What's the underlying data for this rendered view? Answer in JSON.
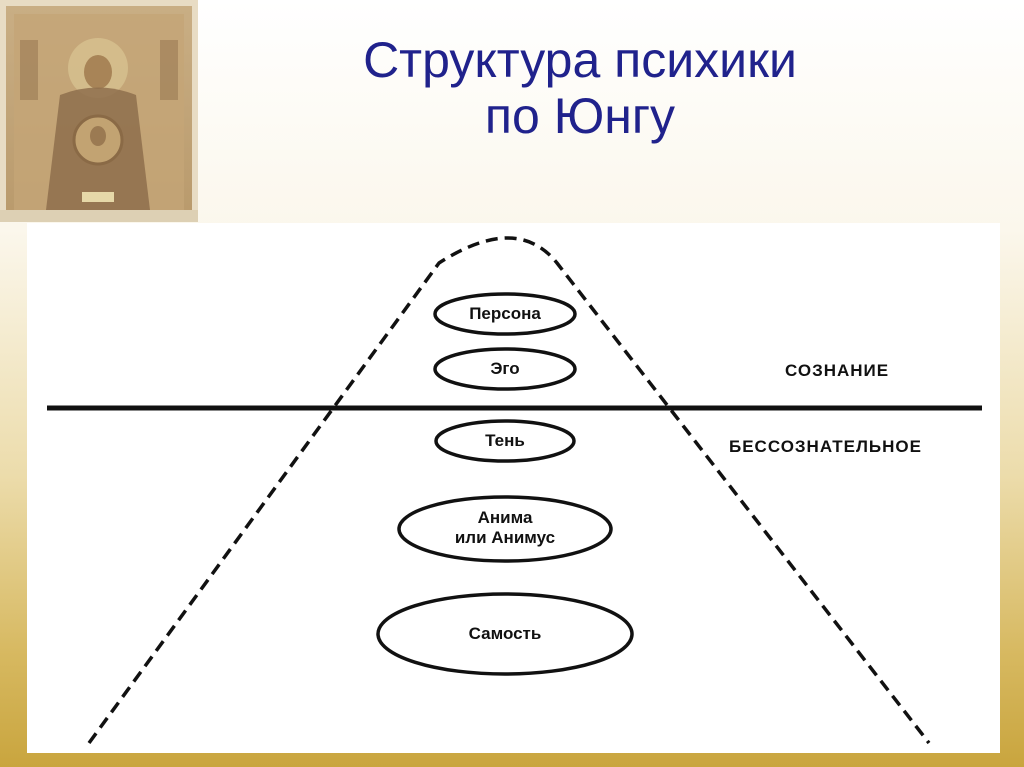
{
  "slide": {
    "title_line1": "Структура психики",
    "title_line2": "по Юнгу",
    "title_color": "#20228c"
  },
  "picture": {
    "description_icon": "icon-image"
  },
  "diagram": {
    "levels": {
      "conscious": "СОЗНАНИЕ",
      "unconscious": "БЕССОЗНАТЕЛЬНОЕ"
    },
    "nodes": {
      "persona": "Персона",
      "ego": "Эго",
      "shadow": "Тень",
      "anima_line1": "Анима",
      "anima_line2": "или Анимус",
      "self": "Самость"
    }
  }
}
